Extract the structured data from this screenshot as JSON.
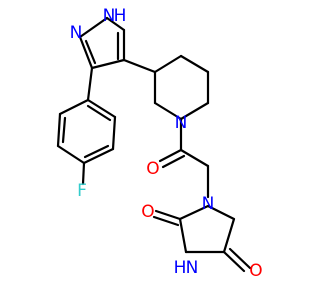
{
  "molecule": {
    "atoms": {
      "pyrazole_n2": "N",
      "pyrazole_nh": "H",
      "pyrazole_n1": "N",
      "fluorine": "F",
      "piperidine_n": "N",
      "amide_o": "O",
      "hyd_n1": "N",
      "hyd_o2": "O",
      "hyd_nh_h": "H",
      "hyd_n3": "N",
      "hyd_o4": "O"
    },
    "colors": {
      "nitrogen": "#0000ff",
      "oxygen": "#ff0000",
      "fluorine": "#33cccc",
      "carbon": "#000000"
    }
  }
}
